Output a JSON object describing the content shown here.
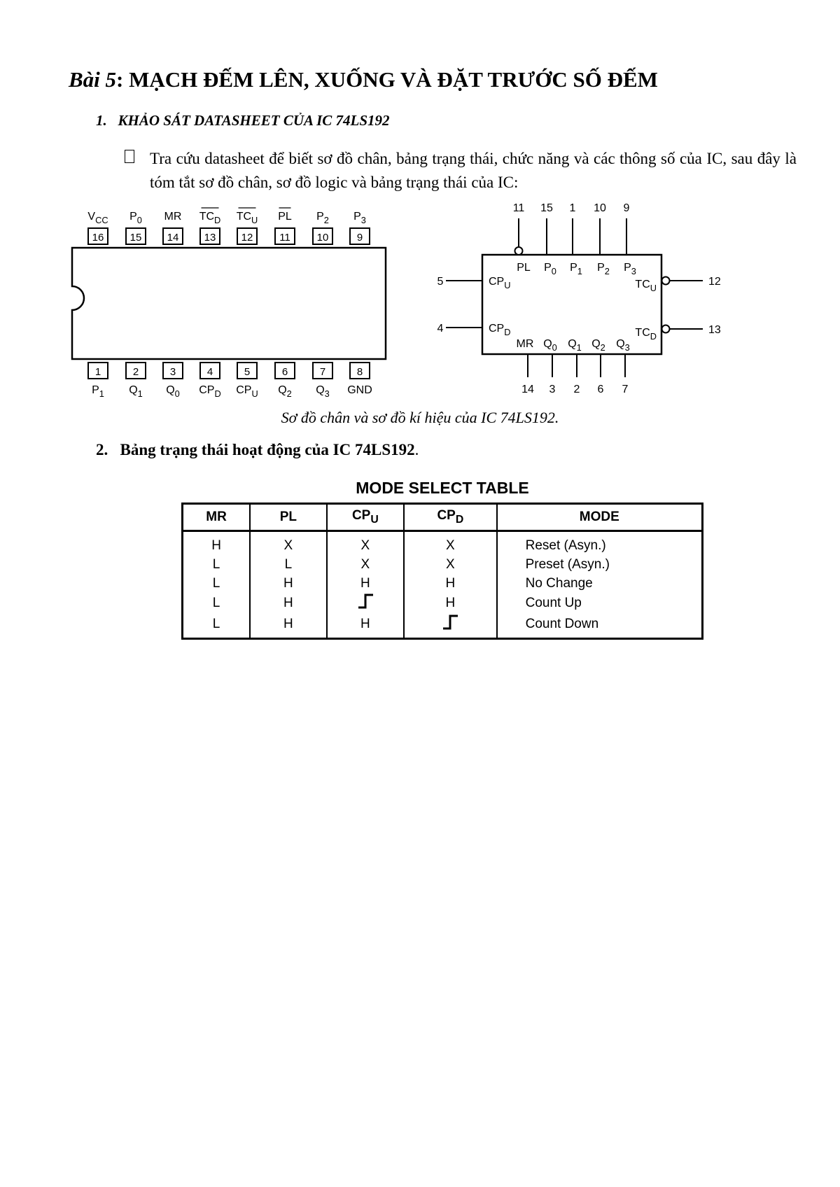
{
  "heading": {
    "lead": "Bài 5",
    "rest": ": MẠCH ĐẾM LÊN, XUỐNG VÀ ĐẶT TRƯỚC SỐ ĐẾM"
  },
  "section1": {
    "number": "1.",
    "title": "KHẢO SÁT DATASHEET CỦA IC 74LS192"
  },
  "bullet": "Tra cứu datasheet để biết sơ đồ chân, bảng trạng thái, chức năng và các thông số của IC, sau đây là tóm tắt sơ đồ chân, sơ đồ logic và bảng trạng thái của IC:",
  "pinout": {
    "top": [
      {
        "label": "V",
        "sub": "CC",
        "num": "16"
      },
      {
        "label": "P",
        "sub": "0",
        "num": "15"
      },
      {
        "label": "MR",
        "sub": "",
        "num": "14"
      },
      {
        "label": "TC",
        "sub": "D",
        "num": "13",
        "bar": true
      },
      {
        "label": "TC",
        "sub": "U",
        "num": "12",
        "bar": true
      },
      {
        "label": "PL",
        "sub": "",
        "num": "11",
        "bar": true
      },
      {
        "label": "P",
        "sub": "2",
        "num": "10"
      },
      {
        "label": "P",
        "sub": "3",
        "num": "9"
      }
    ],
    "bottom": [
      {
        "label": "P",
        "sub": "1",
        "num": "1"
      },
      {
        "label": "Q",
        "sub": "1",
        "num": "2"
      },
      {
        "label": "Q",
        "sub": "0",
        "num": "3"
      },
      {
        "label": "CP",
        "sub": "D",
        "num": "4"
      },
      {
        "label": "CP",
        "sub": "U",
        "num": "5"
      },
      {
        "label": "Q",
        "sub": "2",
        "num": "6"
      },
      {
        "label": "Q",
        "sub": "3",
        "num": "7"
      },
      {
        "label": "GND",
        "sub": "",
        "num": "8"
      }
    ]
  },
  "logic": {
    "top_pins": [
      {
        "num": "11",
        "label": "PL",
        "sub": "",
        "bubble": true
      },
      {
        "num": "15",
        "label": "P",
        "sub": "0"
      },
      {
        "num": "1",
        "label": "P",
        "sub": "1"
      },
      {
        "num": "10",
        "label": "P",
        "sub": "2"
      },
      {
        "num": "9",
        "label": "P",
        "sub": "3"
      }
    ],
    "left_pins": [
      {
        "num": "5",
        "label": "CP",
        "sub": "U"
      },
      {
        "num": "4",
        "label": "CP",
        "sub": "D"
      }
    ],
    "right_pins": [
      {
        "num": "12",
        "label": "TC",
        "sub": "U"
      },
      {
        "num": "13",
        "label": "TC",
        "sub": "D"
      }
    ],
    "bottom_pins": [
      {
        "num": "14",
        "label": "MR",
        "sub": ""
      },
      {
        "num": "3",
        "label": "Q",
        "sub": "0"
      },
      {
        "num": "2",
        "label": "Q",
        "sub": "1"
      },
      {
        "num": "6",
        "label": "Q",
        "sub": "2"
      },
      {
        "num": "7",
        "label": "Q",
        "sub": "3"
      }
    ]
  },
  "caption": "Sơ đồ chân và sơ đồ kí hiệu của IC 74LS192.",
  "section2": {
    "number": "2.",
    "title": "Bảng trạng thái hoạt động của IC 74LS192",
    "end": "."
  },
  "mode_table": {
    "title": "MODE SELECT TABLE",
    "headers": [
      {
        "label": "MR",
        "sub": ""
      },
      {
        "label": "PL",
        "sub": ""
      },
      {
        "label": "CP",
        "sub": "U"
      },
      {
        "label": "CP",
        "sub": "D"
      },
      {
        "label": "MODE",
        "sub": ""
      }
    ],
    "rows": [
      [
        "H",
        "X",
        "X",
        "X",
        "Reset (Asyn.)"
      ],
      [
        "L",
        "L",
        "X",
        "X",
        "Preset (Asyn.)"
      ],
      [
        "L",
        "H",
        "H",
        "H",
        "No Change"
      ],
      [
        "L",
        "H",
        "rising-edge",
        "H",
        "Count Up"
      ],
      [
        "L",
        "H",
        "H",
        "rising-edge",
        "Count Down"
      ]
    ]
  }
}
